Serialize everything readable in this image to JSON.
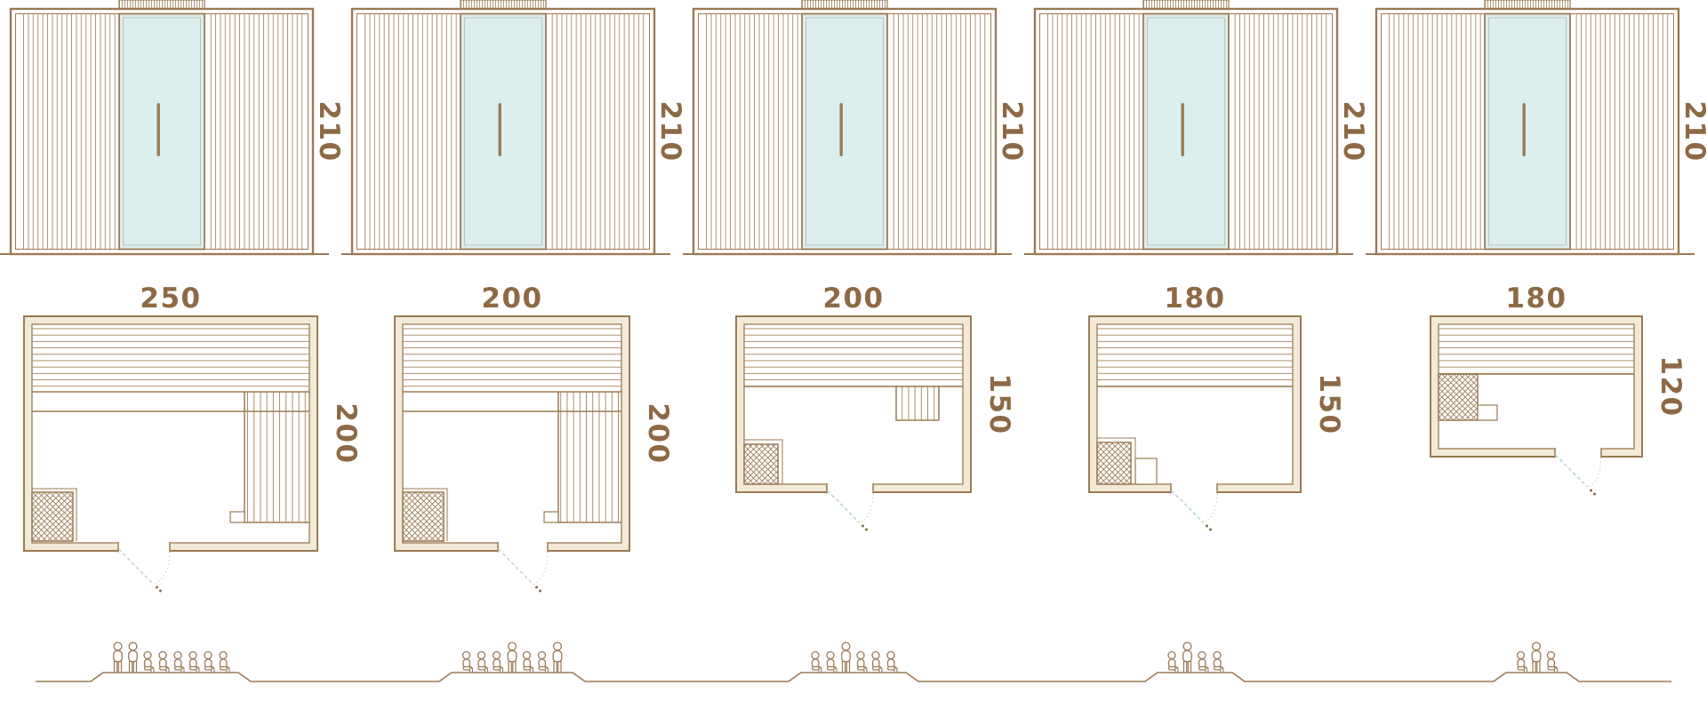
{
  "palette": {
    "line": "#9b7a55",
    "label": "#8d6a45",
    "wall_fill": "#f2ead7",
    "glass": "#dceeee",
    "door_swing": "#b9d8d2"
  },
  "models": [
    {
      "name": "sauna-250x200",
      "elevation_height": "210",
      "plan_width": "250",
      "plan_depth": "200",
      "capacity": 8,
      "figures": [
        "stand",
        "stand",
        "sit",
        "sit",
        "sit",
        "sit",
        "sit",
        "sit"
      ]
    },
    {
      "name": "sauna-200x200",
      "elevation_height": "210",
      "plan_width": "200",
      "plan_depth": "200",
      "capacity": 7,
      "figures": [
        "sit",
        "sit",
        "sit",
        "stand",
        "sit",
        "sit",
        "stand"
      ]
    },
    {
      "name": "sauna-200x150",
      "elevation_height": "210",
      "plan_width": "200",
      "plan_depth": "150",
      "capacity": 6,
      "figures": [
        "sit",
        "sit",
        "stand",
        "sit",
        "sit",
        "sit"
      ]
    },
    {
      "name": "sauna-180x150",
      "elevation_height": "210",
      "plan_width": "180",
      "plan_depth": "150",
      "capacity": 4,
      "figures": [
        "sit",
        "stand",
        "sit",
        "sit"
      ]
    },
    {
      "name": "sauna-180x120",
      "elevation_height": "210",
      "plan_width": "180",
      "plan_depth": "120",
      "capacity": 3,
      "figures": [
        "sit",
        "stand",
        "sit"
      ]
    }
  ]
}
